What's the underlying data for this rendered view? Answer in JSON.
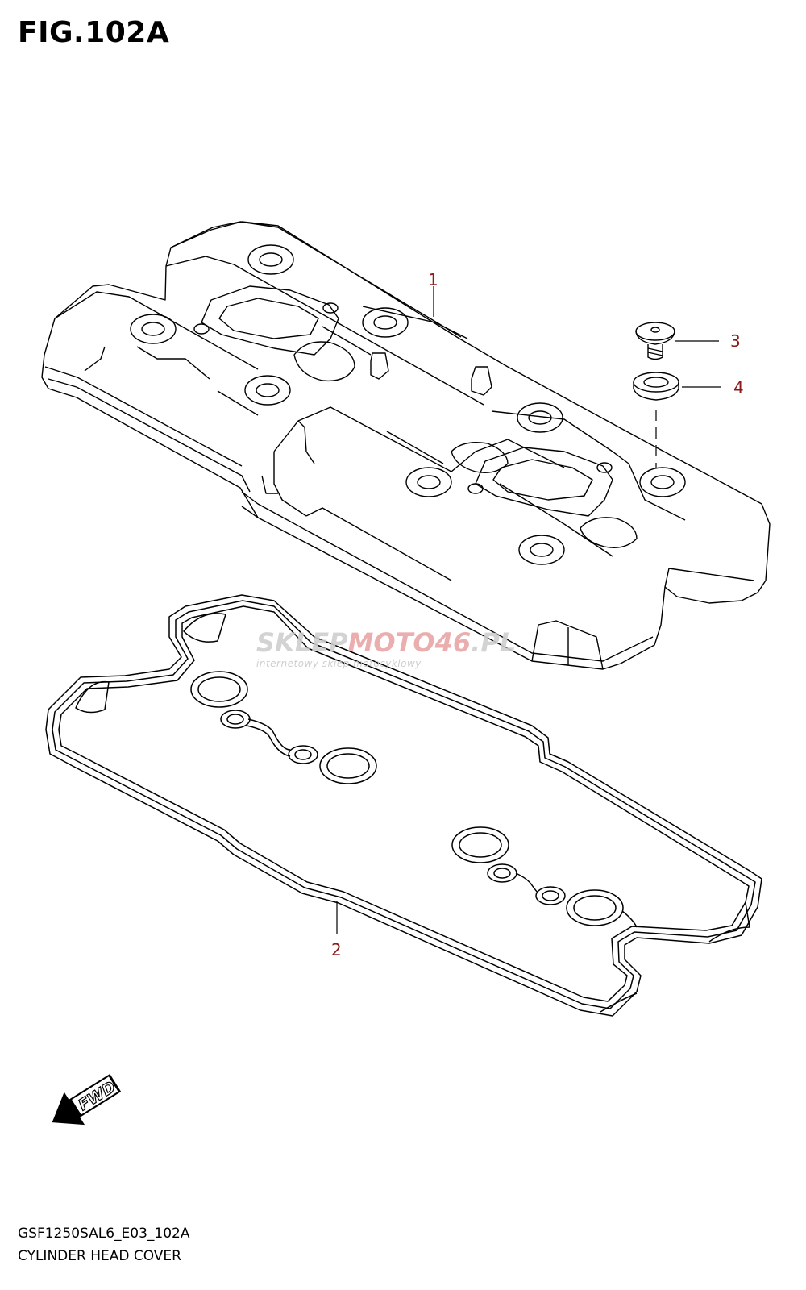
{
  "figure": {
    "title": "FIG.102A",
    "code": "GSF1250SAL6_E03_102A",
    "caption": "CYLINDER HEAD COVER"
  },
  "callouts": [
    {
      "number": "1"
    },
    {
      "number": "2"
    },
    {
      "number": "3"
    },
    {
      "number": "4"
    }
  ],
  "fwd_marker": {
    "label": "FWD"
  },
  "watermark": {
    "part1": "SKLEP",
    "part2": "MOTO",
    "part3": "46",
    "part4": ".PL",
    "tagline": "internetowy sklep motocyklowy"
  },
  "colors": {
    "line": "#000000",
    "callout": "#8b1a1a",
    "watermark_gray": "#c8c8c8",
    "watermark_red": "#e8a0a0"
  }
}
